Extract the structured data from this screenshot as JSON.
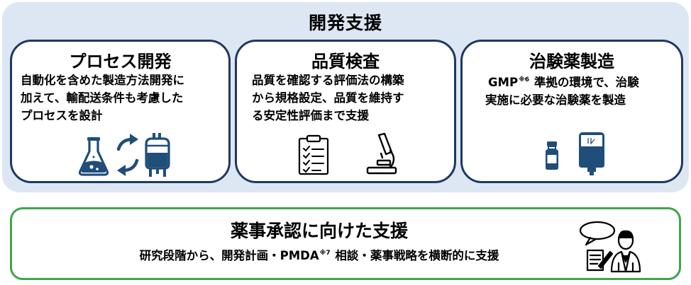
{
  "dev_support": {
    "title": "開発支援",
    "cards": [
      {
        "title": "プロセス開発",
        "desc": [
          "自動化を含めた製造方法開発に",
          "加えて、輸配送条件も考慮した",
          "プロセスを設計"
        ],
        "icons": [
          "flask-icon",
          "cycle-arrows-icon",
          "bioreactor-icon"
        ]
      },
      {
        "title": "品質検査",
        "desc": [
          "品質を確認する評価法の構築",
          "から規格設定、品質を維持す",
          "る安定性評価まで支援"
        ],
        "icons": [
          "clipboard-checklist-icon",
          "microscope-icon"
        ]
      },
      {
        "title": "治験薬製造",
        "desc_line1_pre": "GMP",
        "desc_line1_note": "※6",
        "desc_line1_post": " 準拠の環境で、治験",
        "desc_line2": "実施に必要な治験薬を製造",
        "icons": [
          "vial-icon",
          "iv-bag-icon"
        ]
      }
    ]
  },
  "regulatory_support": {
    "title": "薬事承認に向けた支援",
    "desc_pre": "研究段階から、開発計画・PMDA",
    "desc_note": "※7",
    "desc_post": " 相談・薬事戦略を横断的に支援",
    "icons": [
      "consultant-speech-icon"
    ]
  },
  "colors": {
    "dev_panel_bg": "#dde7f3",
    "card_border": "#1f3864",
    "icon_blue": "#1f4e79",
    "reg_border": "#3fa54a"
  }
}
